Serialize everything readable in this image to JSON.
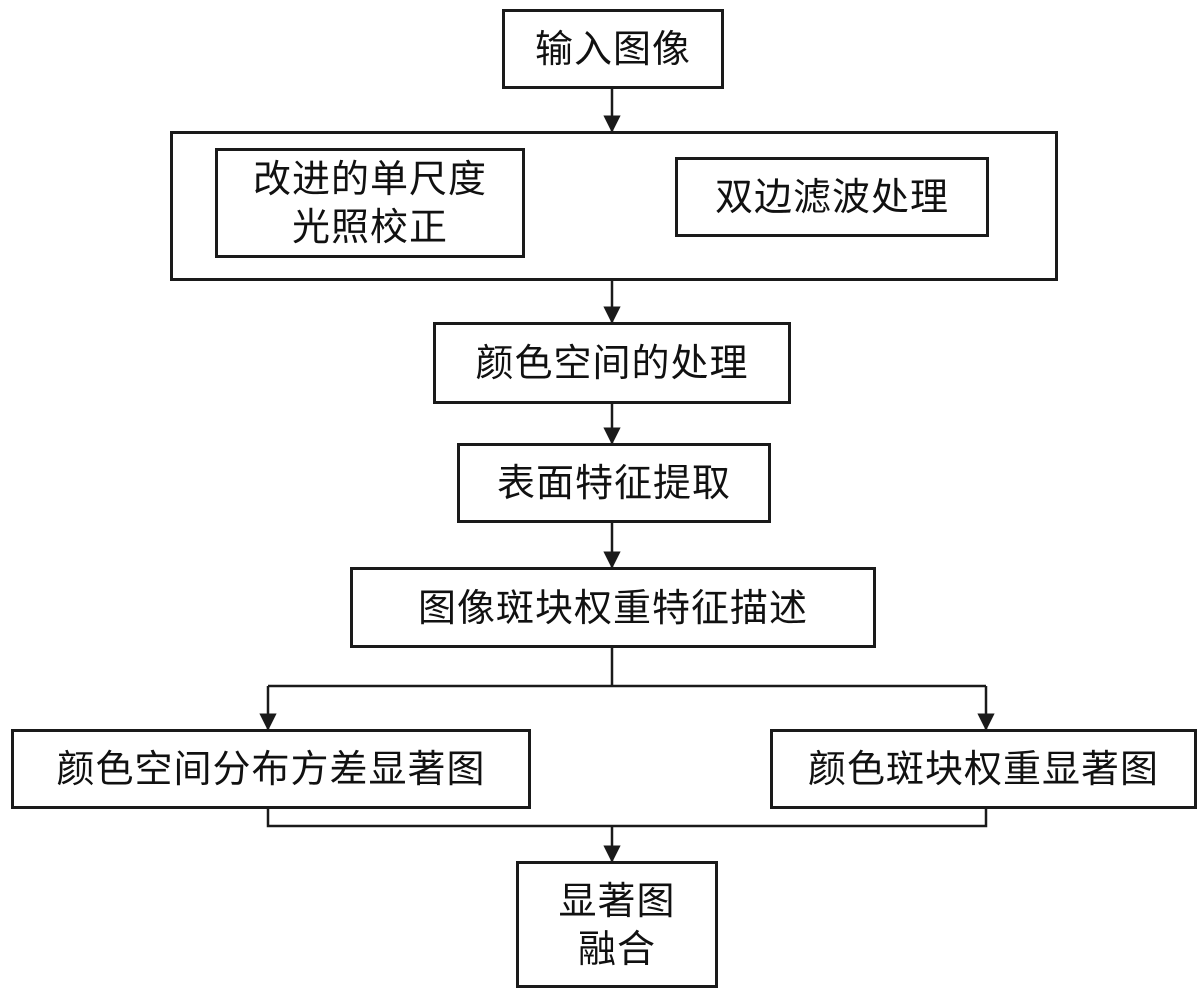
{
  "nodes": {
    "input_image": "输入图像",
    "illumination_correction": "改进的单尺度\n光照校正",
    "bilateral_filter": "双边滤波处理",
    "color_space": "颜色空间的处理",
    "surface_feature": "表面特征提取",
    "patch_weight": "图像斑块权重特征描述",
    "variance_saliency": "颜色空间分布方差显著图",
    "patch_saliency": "颜色斑块权重显著图",
    "fusion": "显著图\n融合"
  },
  "colors": {
    "stroke": "#1a1a1a",
    "background": "#ffffff"
  }
}
